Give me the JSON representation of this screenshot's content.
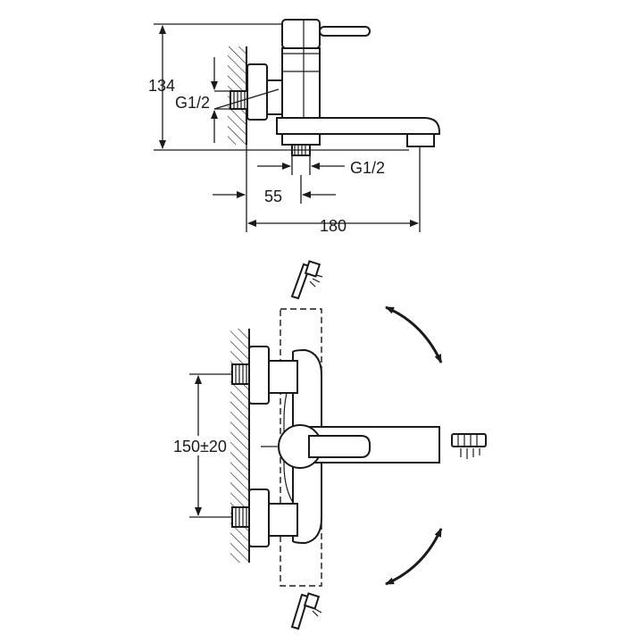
{
  "labels": {
    "height": "134",
    "inlet_thread_side": "G1/2",
    "outlet_thread": "G1/2",
    "depth_inlet": "55",
    "depth_total": "180",
    "inlet_spacing": "150±20"
  }
}
